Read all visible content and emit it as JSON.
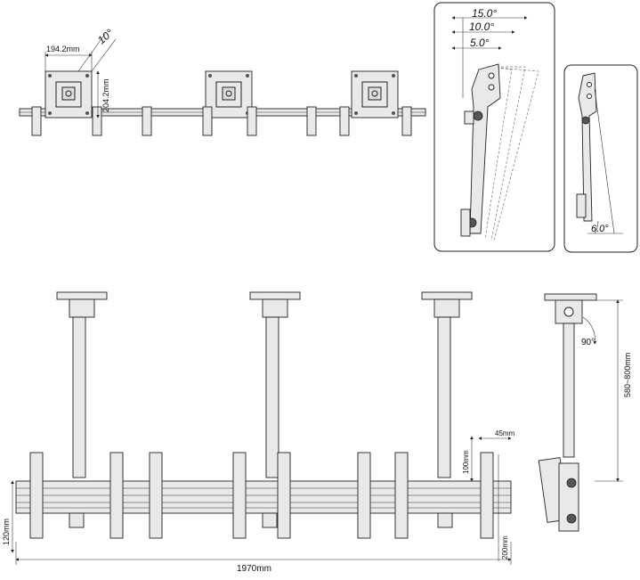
{
  "top_view": {
    "width_label": "194.2mm",
    "height_label": "204.2mm",
    "tilt_label": "10°"
  },
  "tilt_detail": {
    "angles": [
      "15.0°",
      "10.0°",
      "5.0°"
    ]
  },
  "side_detail": {
    "angle": "6.0°"
  },
  "front_view": {
    "width_label": "1970mm",
    "left_height_label": "120mm",
    "right_offset_label": "200mm",
    "drop_label": "100mm",
    "spacing_label": "45mm"
  },
  "side_view": {
    "pole_range_label": "580~800mm",
    "rotation_label": "90°"
  }
}
